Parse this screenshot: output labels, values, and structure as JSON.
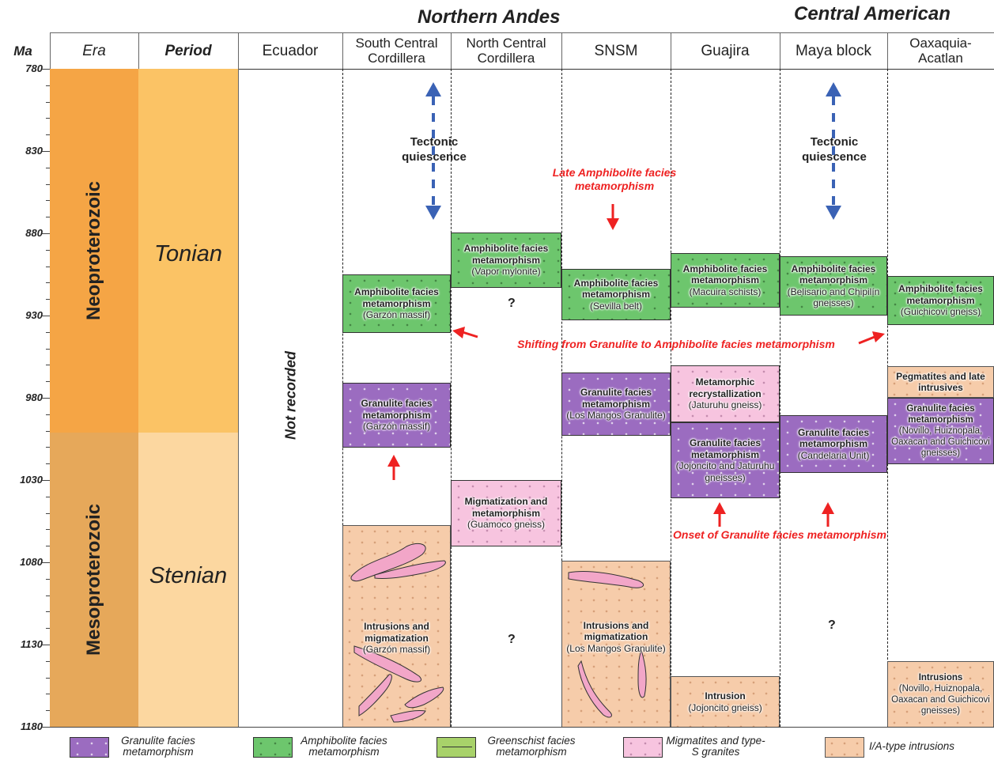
{
  "regions": {
    "northern_andes": "Northern Andes",
    "central_american": "Central American"
  },
  "headers": {
    "ma": "Ma",
    "era": "Era",
    "period": "Period",
    "ecuador": "Ecuador",
    "south_central_cordillera": "South Central Cordillera",
    "north_central_cordillera": "North Central Cordillera",
    "snsm": "SNSM",
    "guajira": "Guajira",
    "maya_block": "Maya block",
    "oaxaquia_acatlan": "Oaxaquia-Acatlan"
  },
  "axis": {
    "ticks": [
      "780",
      "830",
      "880",
      "930",
      "980",
      "1030",
      "1080",
      "1130",
      "1180"
    ]
  },
  "eras": {
    "neoproterozoic": "Neoproterozoic",
    "mesoproterozoic": "Mesoproterozoic"
  },
  "periods": {
    "tonian": "Tonian",
    "stenian": "Stenian"
  },
  "colors": {
    "neoproterozoic": "#f5a545",
    "tonian": "#fbc365",
    "mesoproterozoic": "#e6a85a",
    "stenian": "#fcd7a0",
    "granulite": "#9b6cc0",
    "amphibolite": "#6dc66d",
    "greenschist": "#a8d26a",
    "migmatite": "#f7c4df",
    "intrusion": "#f6ccaa",
    "arrow_blue": "#3a62b5",
    "arrow_red": "#ee2222"
  },
  "ecuador_note": "Not recorded",
  "boxes": {
    "scc_amph": {
      "title": "Amphibolite facies metamorphism",
      "sub": "(Garzón massif)"
    },
    "scc_gran": {
      "title": "Granulite facies metamorphism",
      "sub": "(Garzón massif)"
    },
    "scc_intr": {
      "title": "Intrusions and migmatization",
      "sub": "(Garzón massif)"
    },
    "ncc_amph": {
      "title": "Amphibolite facies metamorphism",
      "sub": "(Vapor mylonite)"
    },
    "ncc_migm": {
      "title": "Migmatization and metamorphism",
      "sub": "(Guamoco gneiss)"
    },
    "snsm_amph": {
      "title": "Amphibolite facies metamorphism",
      "sub": "(Sevilla belt)"
    },
    "snsm_gran": {
      "title": "Granulite facies metamorphism",
      "sub": "(Los Mangos Granulite)"
    },
    "snsm_intr": {
      "title": "Intrusions and migmatization",
      "sub": "(Los Mangos Granulite)"
    },
    "guaj_amph": {
      "title": "Amphibolite facies metamorphism",
      "sub": "(Macuira schists)"
    },
    "guaj_meta": {
      "title": "Metamorphic recrystallization",
      "sub": "(Jaturuhu gneiss)"
    },
    "guaj_gran": {
      "title": "Granulite facies metamorphism",
      "sub": "(Jojoncito and Jaturuhu gneisses)"
    },
    "guaj_intr": {
      "title": "Intrusion",
      "sub": "(Jojoncito gneiss)"
    },
    "maya_amph": {
      "title": "Amphibolite facies metamorphism",
      "sub": "(Belisario and Chipilín gneisses)"
    },
    "maya_gran": {
      "title": "Granulite facies metamorphism",
      "sub": "(Candelaria Unit)"
    },
    "oax_amph": {
      "title": "Amphibolite facies metamorphism",
      "sub": "(Guichicovi gneiss)"
    },
    "oax_peg": {
      "title": "Pegmatites and late intrusives",
      "sub": ""
    },
    "oax_gran": {
      "title": "Granulite facies metamorphism",
      "sub": "(Novillo, Huiznopala, Oaxacan and Guichicovi gneisses)"
    },
    "oax_intr": {
      "title": "Intrusions",
      "sub": "(Novillo, Huiznopala, Oaxacan and Guichicovi gneisses)"
    }
  },
  "annotations": {
    "tectonic_quiescence": "Tectonic quiescence",
    "late_amphibolite": "Late Amphibolite facies metamorphism",
    "shifting": "Shifting from Granulite to Amphibolite facies metamorphism",
    "onset_granulite": "Onset of Granulite facies metamorphism",
    "unknown": "?"
  },
  "legend": {
    "granulite": "Granulite facies metamorphism",
    "amphibolite": "Amphibolite facies metamorphism",
    "greenschist": "Greenschist facies metamorphism",
    "migmatite": "Migmatites and type-S granites",
    "intrusion": "I/A-type intrusions"
  }
}
